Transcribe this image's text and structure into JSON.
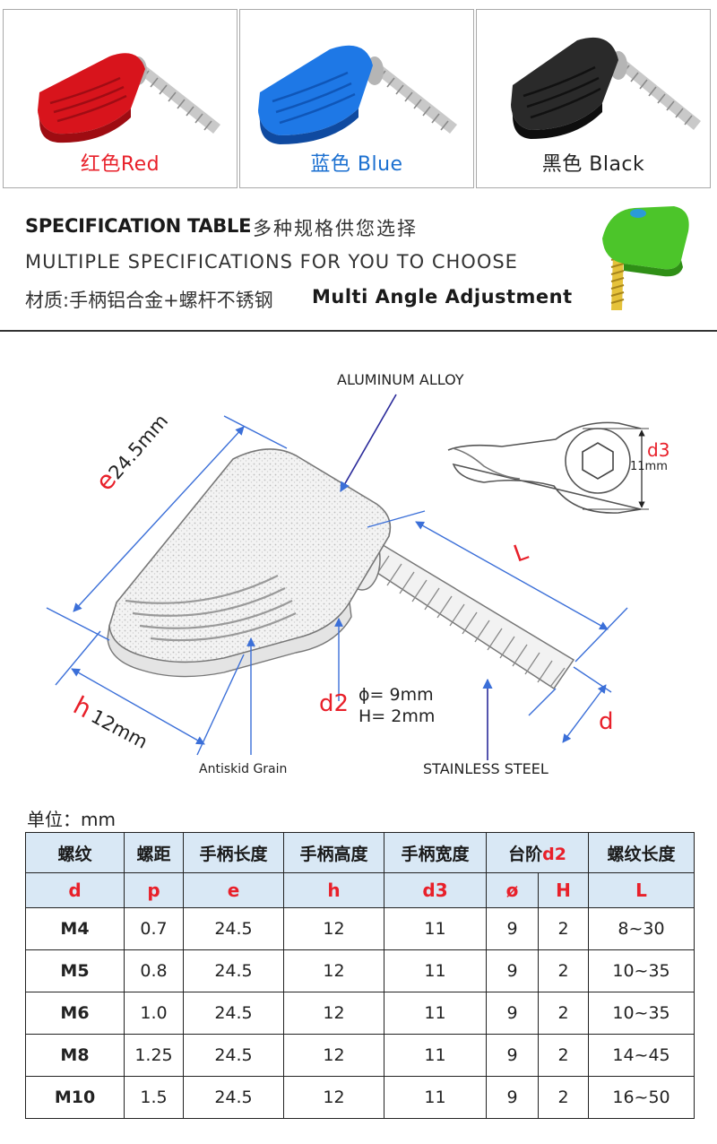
{
  "variants": [
    {
      "cn": "红色",
      "en": "Red",
      "label_color": "#e8202a",
      "handle_color": "#d8141c",
      "handle_dark": "#9e0c12"
    },
    {
      "cn": "蓝色",
      "en": "Blue",
      "label_color": "#1a6fd0",
      "handle_color": "#1e78e6",
      "handle_dark": "#0f4aa0"
    },
    {
      "cn": "黑色",
      "en": "Black",
      "label_color": "#222222",
      "handle_color": "#2a2a2a",
      "handle_dark": "#0e0e0e"
    }
  ],
  "spec_header": {
    "title": "SPECIFICATION TABLE",
    "title_cn": "多种规格供您选择",
    "subtitle": "MULTIPLE SPECIFICATIONS FOR YOU TO CHOOSE",
    "material_cn": "材质:手柄铝合金+螺杆不锈钢",
    "angle": "Multi Angle Adjustment"
  },
  "diagram": {
    "aluminum_label": "ALUMINUM ALLOY",
    "stainless_label": "STAINLESS STEEL",
    "antiskid_label": "Antiskid Grain",
    "e_letter": "e",
    "e_value": "24.5mm",
    "h_letter": "h",
    "h_value": "12mm",
    "L_letter": "L",
    "d_letter": "d",
    "d2_letter": "d2",
    "phi_text": "ϕ= 9mm",
    "H_text": "H= 2mm",
    "d3_letter": "d3",
    "d3_value": "11mm",
    "dim_color": "#3b6fd8",
    "accent_color": "#e8202a"
  },
  "table": {
    "unit_label": "单位：mm",
    "headers_cn": [
      "螺纹",
      "螺距",
      "手柄长度",
      "手柄高度",
      "手柄宽度",
      "台阶",
      "螺纹长度"
    ],
    "step_suffix": "d2",
    "headers_sym": [
      "d",
      "p",
      "e",
      "h",
      "d3",
      "ø",
      "H",
      "L"
    ],
    "rows": [
      [
        "M4",
        "0.7",
        "24.5",
        "12",
        "11",
        "9",
        "2",
        "8~30"
      ],
      [
        "M5",
        "0.8",
        "24.5",
        "12",
        "11",
        "9",
        "2",
        "10~35"
      ],
      [
        "M6",
        "1.0",
        "24.5",
        "12",
        "11",
        "9",
        "2",
        "10~35"
      ],
      [
        "M8",
        "1.25",
        "24.5",
        "12",
        "11",
        "9",
        "2",
        "14~45"
      ],
      [
        "M10",
        "1.5",
        "24.5",
        "12",
        "11",
        "9",
        "2",
        "16~50"
      ]
    ],
    "header_bg": "#d9e8f5"
  }
}
